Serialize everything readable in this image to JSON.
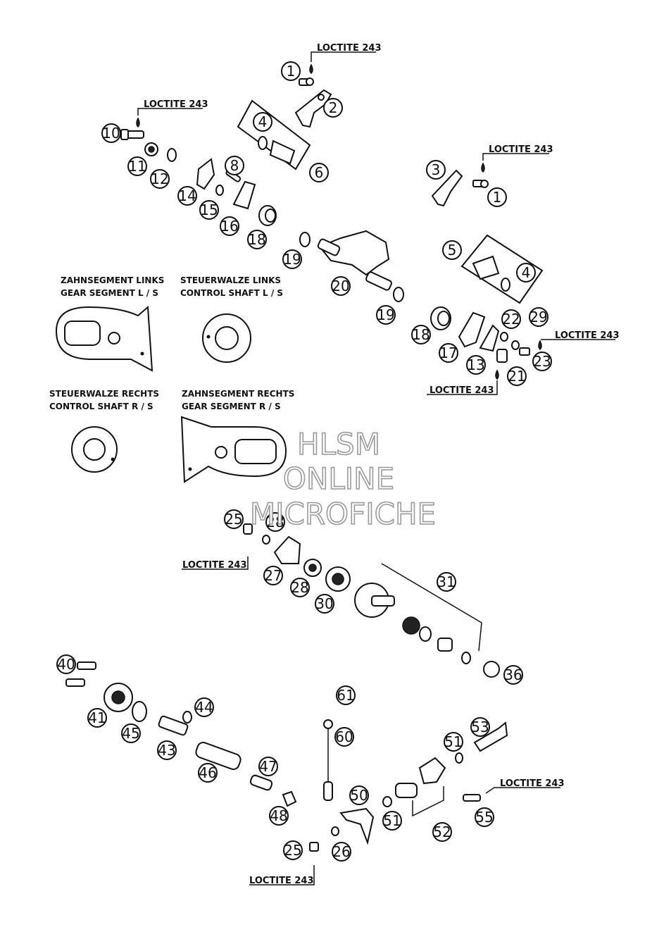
{
  "loctite_label": "LOCTITE 243",
  "legend": {
    "gear_segment_left": [
      "ZAHNSEGMENT LINKS",
      "GEAR SEGMENT L / S"
    ],
    "control_shaft_left": [
      "STEUERWALZE LINKS",
      "CONTROL SHAFT L / S"
    ],
    "control_shaft_right": [
      "STEUERWALZE RECHTS",
      "CONTROL SHAFT R / S"
    ],
    "gear_segment_right": [
      "ZAHNSEGMENT RECHTS",
      "GEAR SEGMENT R / S"
    ]
  },
  "watermark": [
    "HLSM",
    "ONLINE",
    "MICROFICHE"
  ],
  "callouts": [
    "1",
    "2",
    "10",
    "4",
    "6",
    "11",
    "12",
    "8",
    "3",
    "1",
    "14",
    "15",
    "16",
    "18",
    "19",
    "5",
    "4",
    "20",
    "19",
    "22",
    "29",
    "18",
    "17",
    "13",
    "23",
    "21",
    "25",
    "28",
    "27",
    "28",
    "30",
    "31",
    "36",
    "40",
    "61",
    "44",
    "41",
    "45",
    "43",
    "60",
    "53",
    "51",
    "46",
    "47",
    "50",
    "51",
    "48",
    "52",
    "55",
    "25",
    "26"
  ]
}
